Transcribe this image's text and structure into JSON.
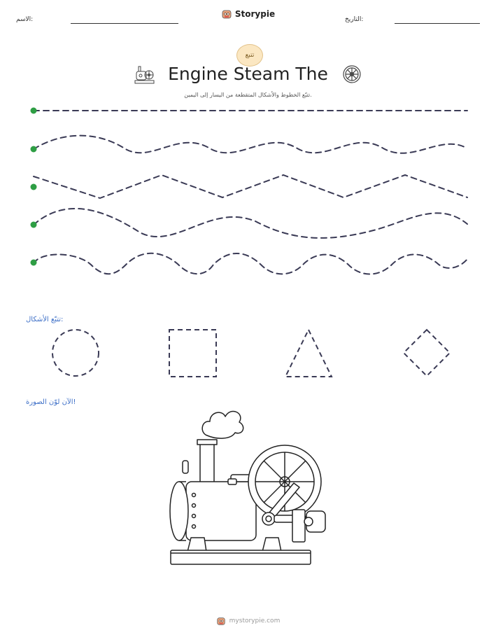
{
  "header": {
    "name_label": "الاسم:",
    "date_label": "التاريخ:",
    "brand": "Storypie"
  },
  "badge": "تتبع",
  "title": "Engine Steam The",
  "instructions": "تتبّع الخطوط والأشكال المتقطعة من اليسار إلى اليمين.",
  "sections": {
    "shapes_label": "تتبّع الأشكال:",
    "color_label": "الآن لوّن الصورة!"
  },
  "tracing_lines": [
    "straight",
    "wave",
    "zigzag",
    "wave",
    "wave"
  ],
  "shapes": [
    "circle",
    "square",
    "triangle",
    "diamond"
  ],
  "icons": [
    "brand-logo-icon",
    "steam-engine-icon",
    "wheel-icon",
    "steam-engine-illustration"
  ],
  "colors": {
    "start_dot": "#2e9e44",
    "dash": "#3a3a55",
    "section": "#3d6fc7"
  },
  "footer": {
    "site": "mystorypie.com"
  }
}
